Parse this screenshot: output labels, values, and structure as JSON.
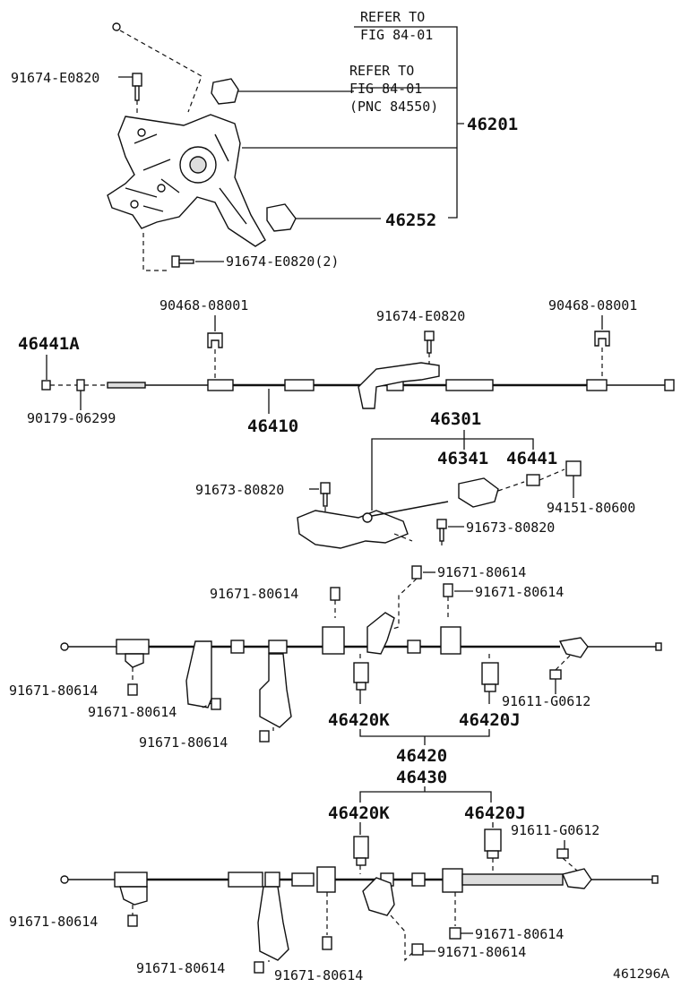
{
  "refs": {
    "ref1_line1": "REFER TO",
    "ref1_line2": "FIG 84-01",
    "ref2_line1": "REFER TO",
    "ref2_line2": "FIG 84-01",
    "ref2_line3": "(PNC 84550)"
  },
  "labels": {
    "p91674_top": "91674-E0820",
    "p46201": "46201",
    "p46252": "46252",
    "p91674_bottom": "91674-E0820(2)",
    "p90468_left": "90468-08001",
    "p91674_mid": "91674-E0820",
    "p90468_right": "90468-08001",
    "p46441A": "46441A",
    "p90179": "90179-06299",
    "p46410": "46410",
    "p46301": "46301",
    "p46341": "46341",
    "p46441": "46441",
    "p91673_a": "91673-80820",
    "p94151": "94151-80600",
    "p91673_b": "91673-80820",
    "s3_91671_a": "91671-80614",
    "s3_91671_b": "91671-80614",
    "s3_91671_c": "91671-80614",
    "s3_91671_d": "91671-80614",
    "s3_91671_e": "91671-80614",
    "s3_91671_f": "91671-80614",
    "s3_91611": "91611-G0612",
    "s3_46420K": "46420K",
    "s3_46420J": "46420J",
    "s3_46420": "46420",
    "s4_46430": "46430",
    "s4_46420K": "46420K",
    "s4_46420J": "46420J",
    "s4_91611": "91611-G0612",
    "s4_91671_a": "91671-80614",
    "s4_91671_b": "91671-80614",
    "s4_91671_c": "91671-80614",
    "s4_91671_d": "91671-80614",
    "s4_91671_e": "91671-80614"
  },
  "figure_code": "461296A"
}
